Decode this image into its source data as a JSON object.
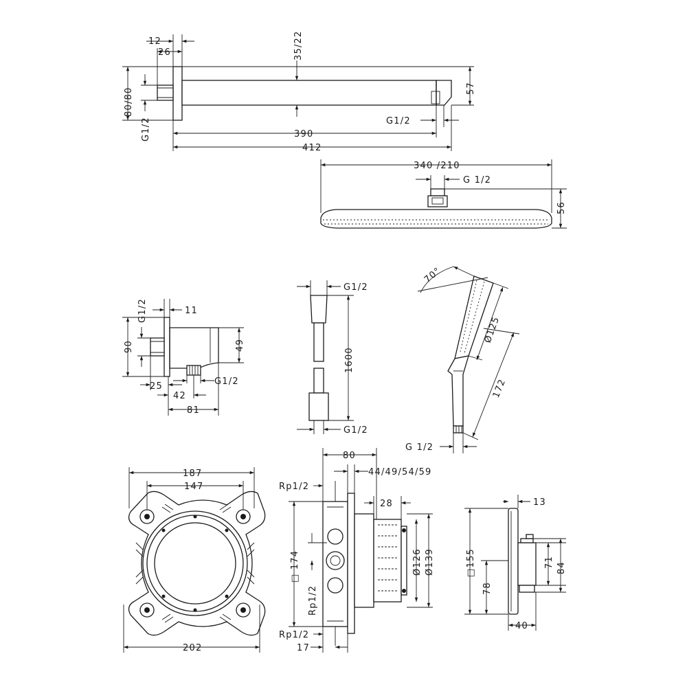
{
  "shower_arm": {
    "dim_12": "12",
    "dim_26": "26",
    "dim_35_22": "35/22",
    "dim_80_80": "80/80",
    "dim_57": "57",
    "dim_g12_left": "G1/2",
    "dim_g12_right": "G1/2",
    "dim_390": "390",
    "dim_412": "412"
  },
  "overhead_shower": {
    "dim_340_210": "340 /210",
    "dim_g12": "G 1/2",
    "dim_56": "56"
  },
  "wall_outlet": {
    "dim_g12_top": "G1/2",
    "dim_11": "11",
    "dim_90": "90",
    "dim_49": "49",
    "dim_25": "25",
    "dim_42": "42",
    "dim_g12_bottom": "G1/2",
    "dim_81": "81"
  },
  "hose": {
    "dim_g12_top": "G1/2",
    "dim_1600": "1600",
    "dim_g12_bottom": "G1/2"
  },
  "hand_shower": {
    "dim_70deg": "70°",
    "dim_d125": "Ø125",
    "dim_172": "172",
    "dim_g12": "G 1/2"
  },
  "mounting_frame": {
    "dim_187": "187",
    "dim_147": "147",
    "dim_202": "202"
  },
  "basic_set": {
    "dim_80": "80",
    "dim_44_59": "44/49/54/59",
    "dim_rp12_top": "Rp1/2",
    "dim_28": "28",
    "dim_174": "□ 174",
    "dim_rp12_mid": "Rp1/2",
    "dim_d126": "Ø126",
    "dim_d139": "Ø139",
    "dim_rp12_bottom": "Rp1/2",
    "dim_17": "17"
  },
  "trim_plate": {
    "dim_13": "13",
    "dim_155": "□155",
    "dim_78": "78",
    "dim_71": "71",
    "dim_84": "84",
    "dim_40": "40"
  }
}
